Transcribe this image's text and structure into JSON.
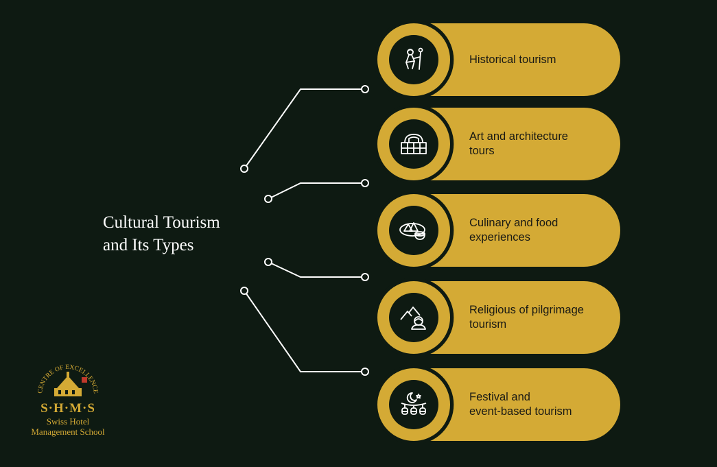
{
  "title": "Cultural Tourism\nand Its Types",
  "items": [
    {
      "label": "Historical tourism",
      "icon": "historical-figure-icon"
    },
    {
      "label": "Art and architecture\ntours",
      "icon": "colosseum-icon"
    },
    {
      "label": "Culinary and food\nexperiences",
      "icon": "food-dish-icon"
    },
    {
      "label": "Religious of pilgrimage\ntourism",
      "icon": "pilgrimage-icon"
    },
    {
      "label": "Festival and\nevent-based tourism",
      "icon": "festival-lanterns-icon"
    }
  ],
  "logo": {
    "arc": "CENTRE OF EXCELLENCE",
    "word": "S·H·M·S",
    "line1": "Swiss Hotel",
    "line2": "Management School"
  },
  "colors": {
    "background": "#0e1a12",
    "accent": "#d4aa35",
    "line": "#ffffff"
  }
}
